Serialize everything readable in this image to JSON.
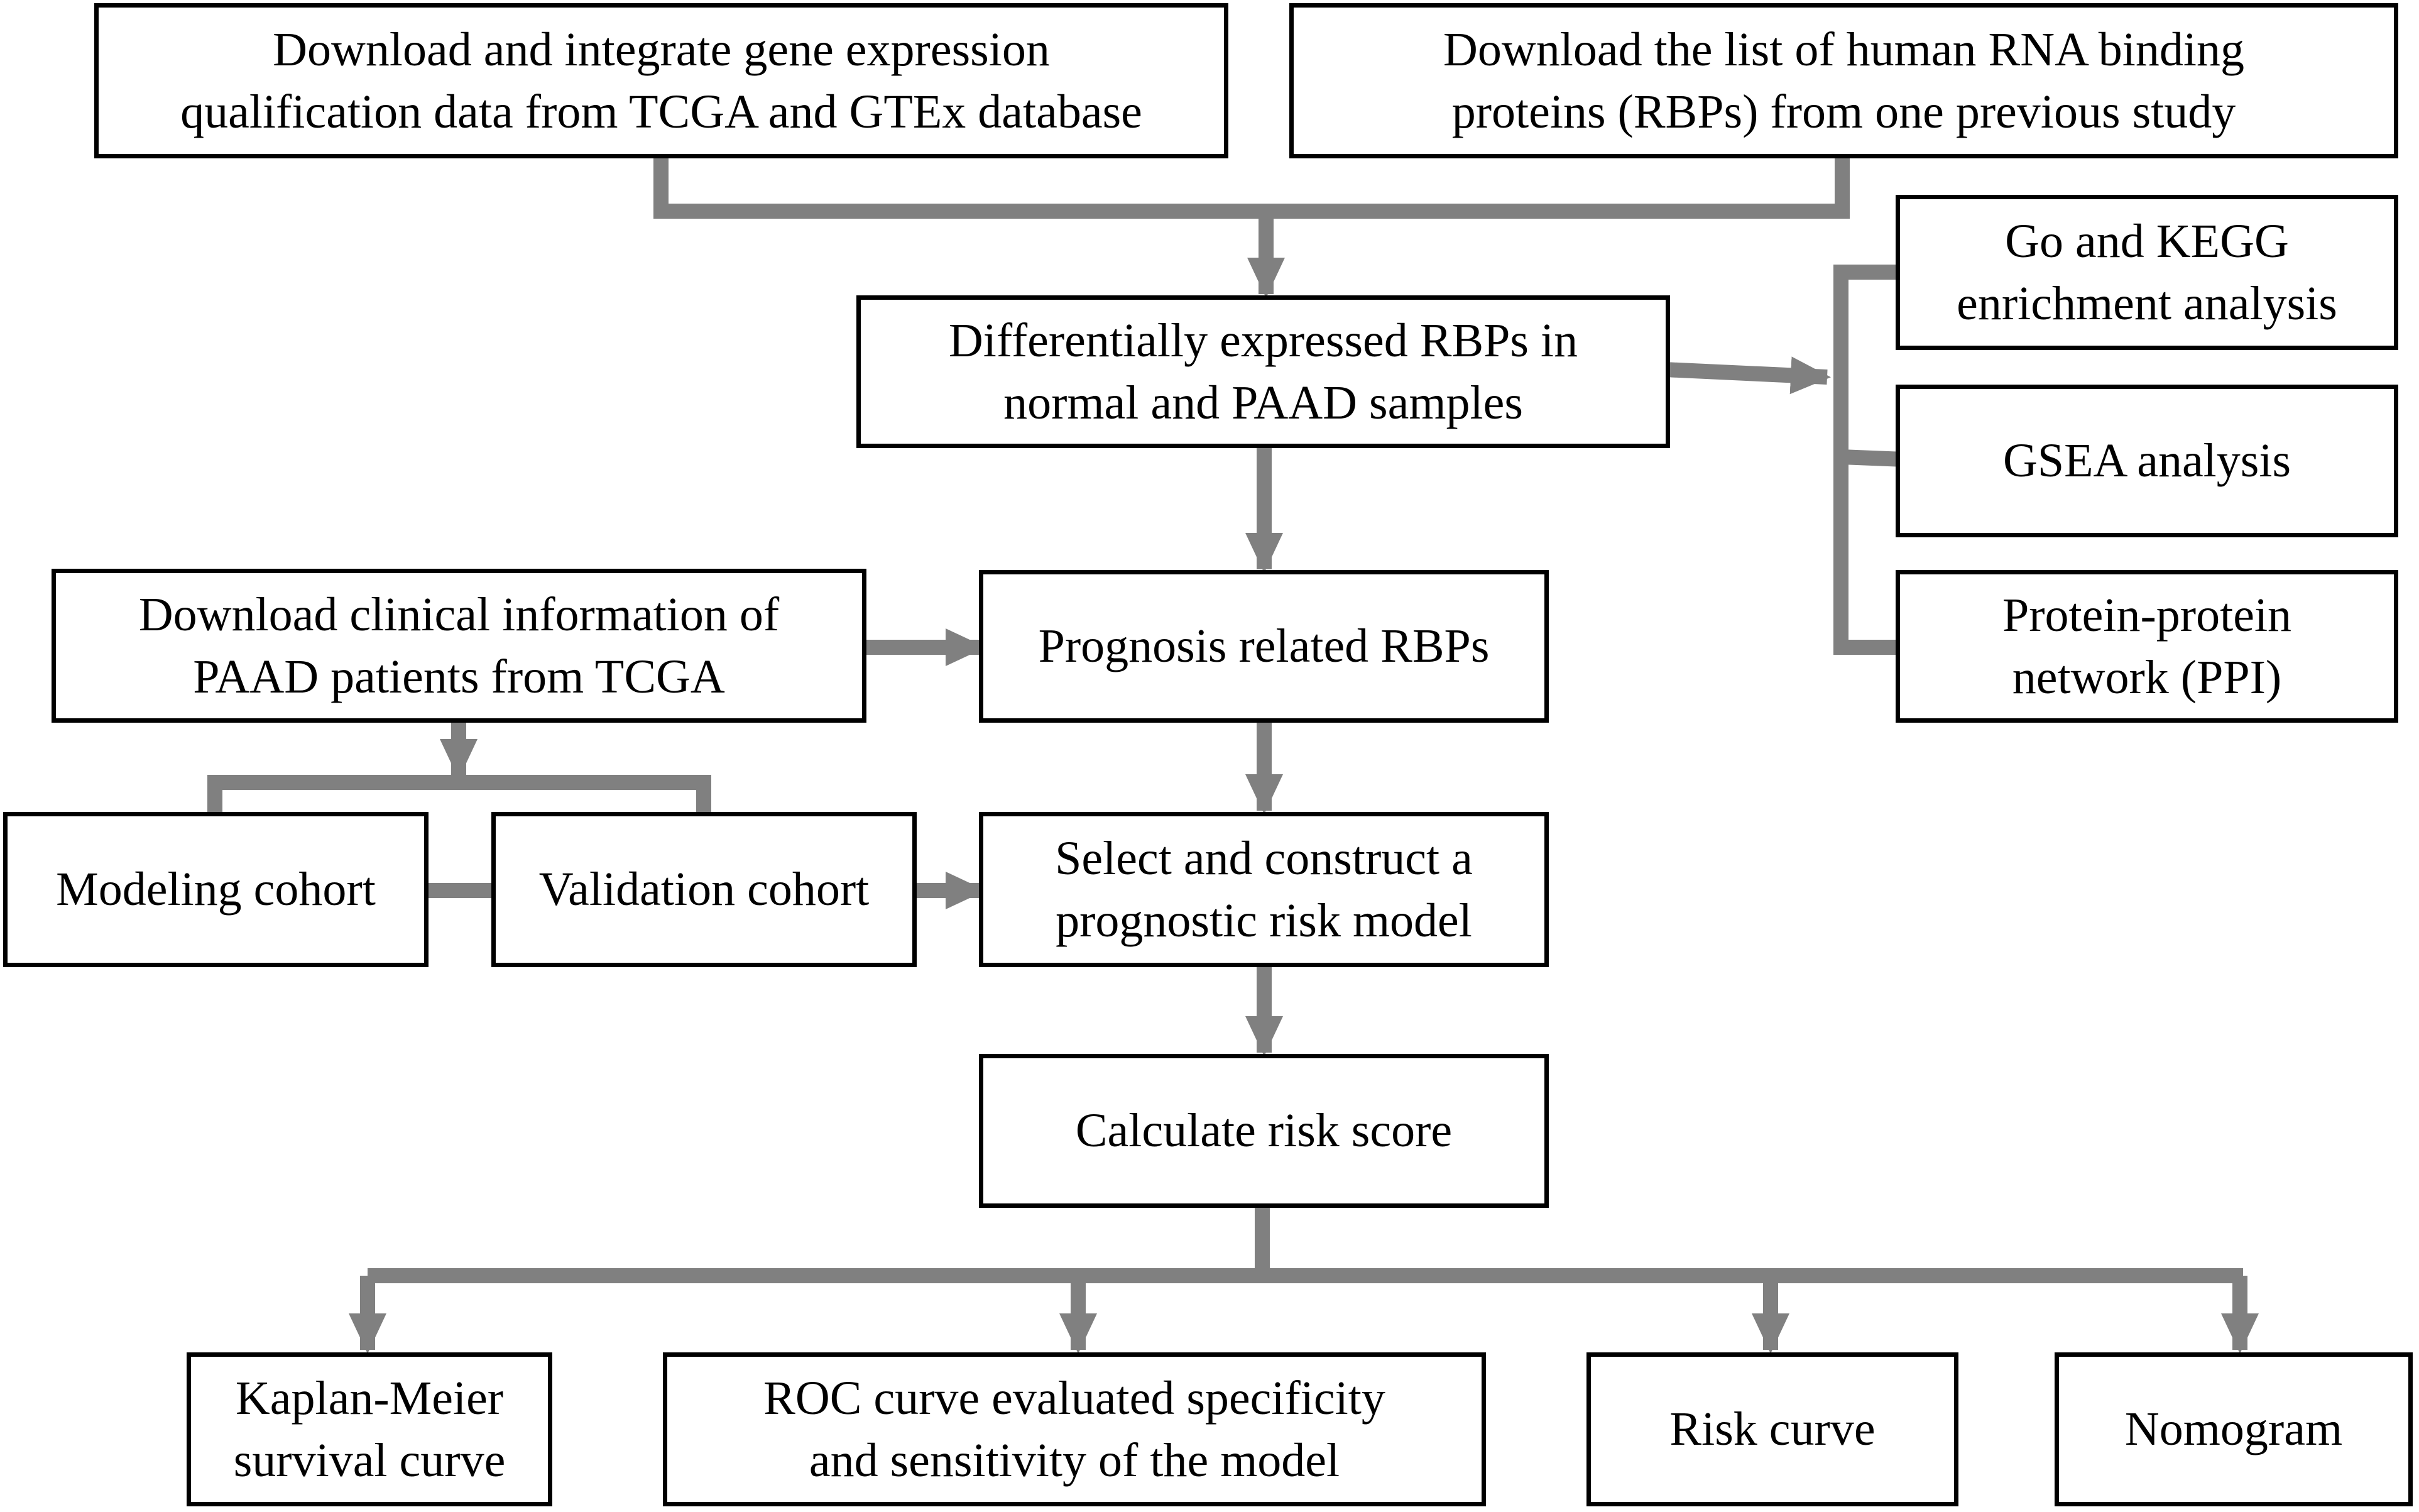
{
  "colors": {
    "connector": "#808080",
    "border": "#000000",
    "text": "#000000",
    "background": "#ffffff"
  },
  "boxes": {
    "tcga_gtex": {
      "line1": "Download and integrate gene expression",
      "line2": "qualification data from TCGA and GTEx database"
    },
    "rbp_list": {
      "line1": "Download the list of human RNA binding",
      "line2": "proteins (RBPs) from one previous study"
    },
    "differential": {
      "line1": "Differentially expressed RBPs in",
      "line2": "normal and PAAD samples"
    },
    "go_kegg": {
      "line1": "Go and KEGG",
      "line2": "enrichment analysis"
    },
    "gsea": {
      "line1": "GSEA analysis"
    },
    "ppi": {
      "line1": "Protein-protein",
      "line2": "network (PPI)"
    },
    "clinical": {
      "line1": "Download clinical information of",
      "line2": "PAAD patients from TCGA"
    },
    "prognosis": {
      "line1": "Prognosis related RBPs"
    },
    "modeling": {
      "line1": "Modeling cohort"
    },
    "validation": {
      "line1": "Validation cohort"
    },
    "risk_model": {
      "line1": "Select and construct a",
      "line2": "prognostic risk model"
    },
    "risk_score": {
      "line1": "Calculate risk score"
    },
    "kaplan": {
      "line1": "Kaplan-Meier",
      "line2": "survival curve"
    },
    "roc": {
      "line1": "ROC curve evaluated specificity",
      "line2": "and sensitivity of the model"
    },
    "risk_curve": {
      "line1": "Risk curve"
    },
    "nomogram": {
      "line1": "Nomogram"
    }
  }
}
